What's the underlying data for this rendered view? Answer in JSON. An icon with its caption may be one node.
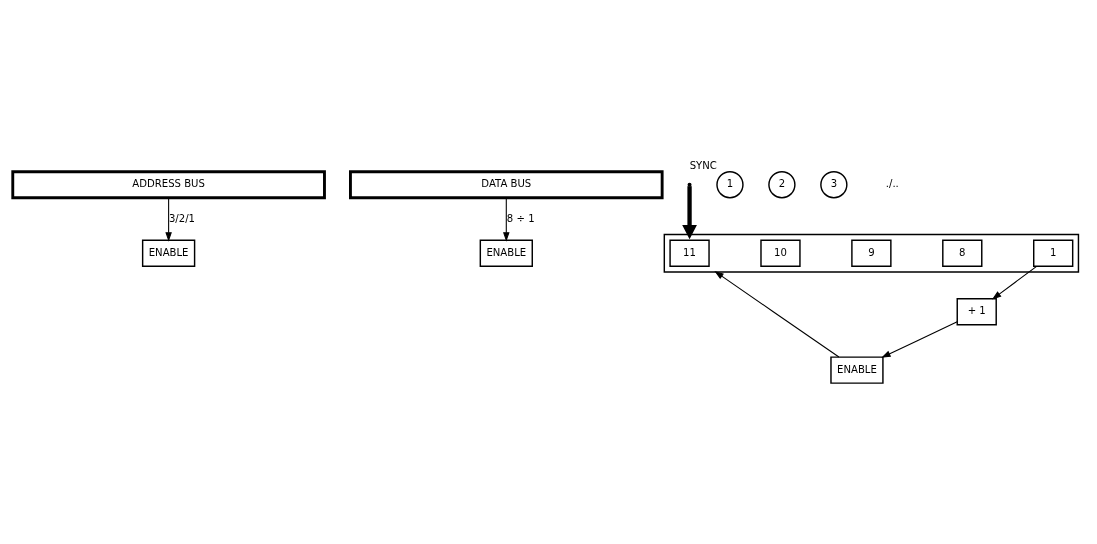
{
  "diagram": {
    "nodes": [
      {
        "text": [
          "ADDRESS BUS"
        ]
      },
      {
        "text": [
          "DATA BUS"
        ]
      },
      {
        "text": [
          "ENABLE"
        ]
      },
      {
        "text": [
          "ENABLE"
        ]
      },
      {
        "text": [],
        "shape": "box"
      },
      {
        "text": [
          "11"
        ],
        "in": 4
      },
      {
        "text": [
          "10"
        ],
        "in": 4
      },
      {
        "text": [
          "9"
        ],
        "in": 4
      },
      {
        "text": [
          "8"
        ],
        "in": 4
      },
      {
        "text": [
          "1"
        ],
        "in": 4
      },
      {
        "text": [
          "+ 1"
        ]
      },
      {
        "text": [
          "ENABLE"
        ]
      },
      {
        "text": [
          "1"
        ],
        "beside": [
          "SYNC"
        ]
      },
      {
        "text": [
          "2"
        ]
      },
      {
        "text": [
          "3"
        ]
      }
    ],
    "edges": [
      {
        "from": 0,
        "to": 2,
        "arrow": "to",
        "label": "3/2/1"
      },
      {
        "from": 1,
        "to": 3,
        "arrow": "to",
        "label": "8 ÷ 1"
      },
      {
        "from": null,
        "to": 4,
        "arrow": "to",
        "style": "thick"
      },
      {
        "from": 9,
        "to": 10,
        "arrow": "to"
      },
      {
        "from": 10,
        "to": 11,
        "arrow": "to"
      },
      {
        "from": 11,
        "to": 4,
        "arrow": "to"
      }
    ],
    "labels": [
      "./.."
    ]
  }
}
